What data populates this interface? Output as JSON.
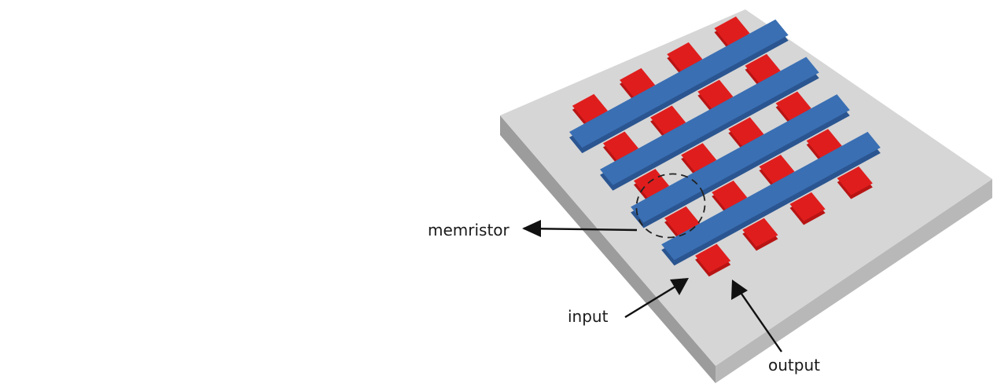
{
  "labels": {
    "memristor": "memristor",
    "input": "input",
    "output": "output"
  },
  "colors": {
    "substrate_top": "#d3d3d3",
    "substrate_side": "#a6a6a6",
    "substrate_front": "#bdbdbd",
    "input_line": "#3a6fb3",
    "input_line_dark": "#2a5590",
    "output_line": "#e01d1d",
    "output_line_dark": "#b81414",
    "arrow": "#111111"
  },
  "crossbar": {
    "input_lines": 4,
    "output_lines": 4
  },
  "icons": {
    "arrow": "arrow-icon"
  }
}
